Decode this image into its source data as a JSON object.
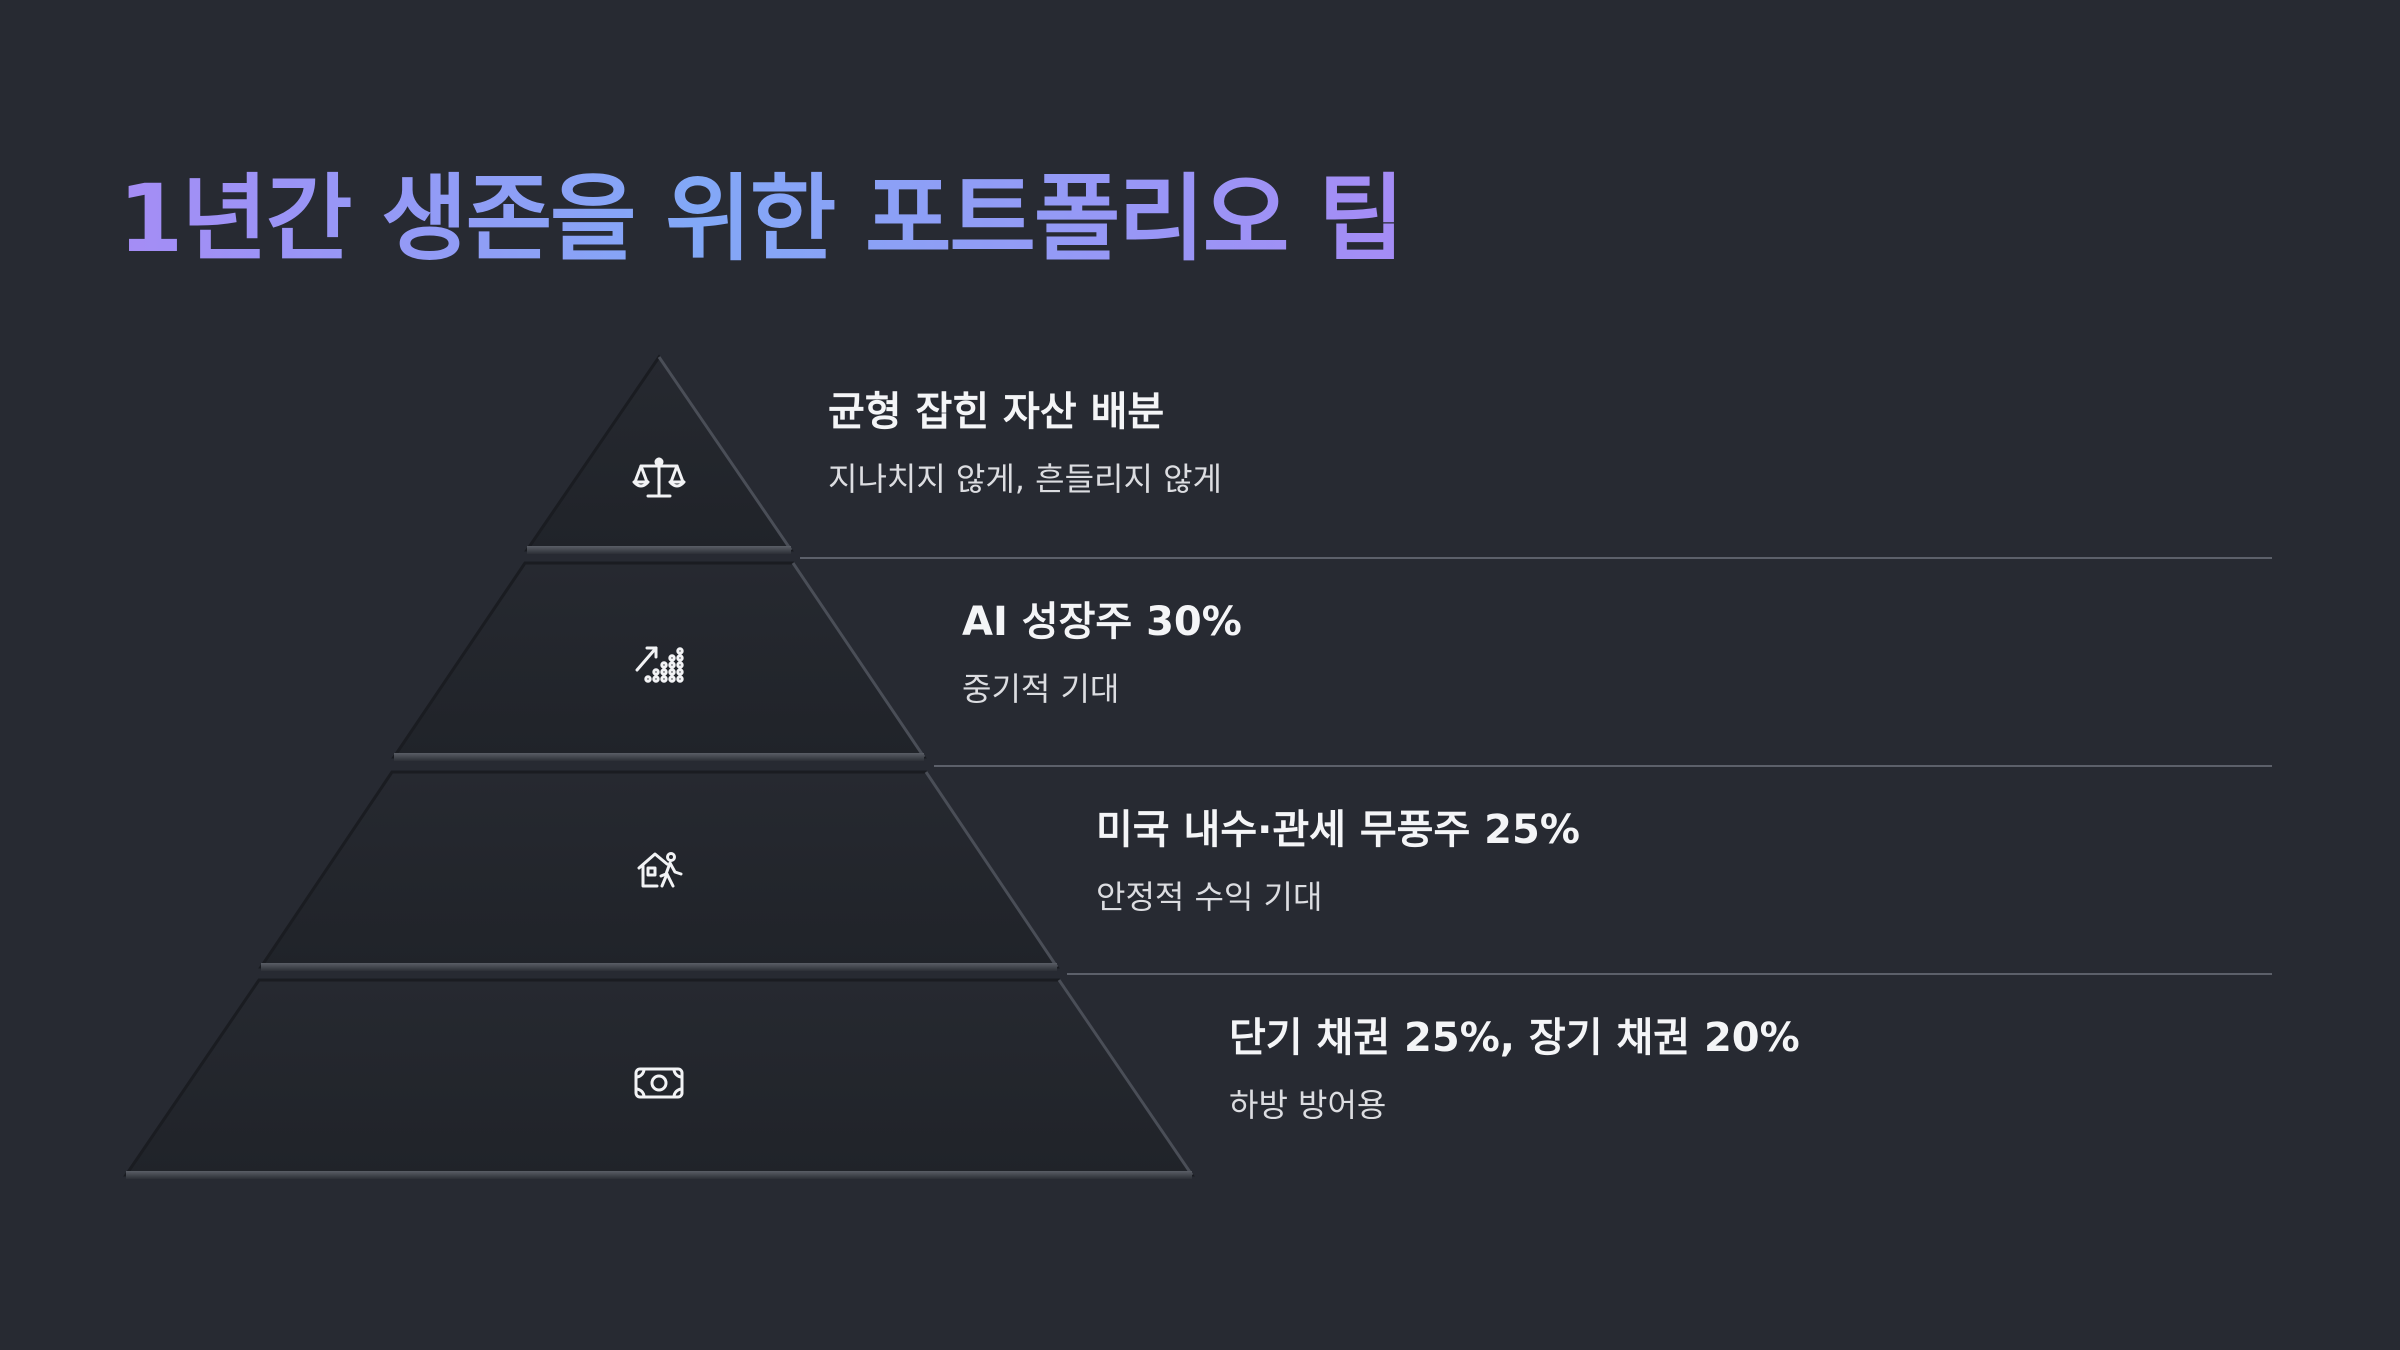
{
  "title": "1년간 생존을 위한 포트폴리오 팁",
  "levels": [
    {
      "title": "균형 잡힌 자산 배분",
      "description": "지나치지 않게, 흔들리지 않게",
      "icon": "balance-scale-icon"
    },
    {
      "title": "AI 성장주 30%",
      "description": "중기적 기대",
      "icon": "growth-chart-icon"
    },
    {
      "title": "미국 내수·관세 무풍주 25%",
      "description": "안정적 수익 기대",
      "icon": "home-business-icon"
    },
    {
      "title": "단기 채권 25%, 장기 채권 20%",
      "description": "하방 방어용",
      "icon": "cash-bill-icon"
    }
  ],
  "colors": {
    "background": "#272a32",
    "tier_fill": "#23262d",
    "divider": "#5c606a",
    "title_gradient_start": "#a58cf5",
    "title_gradient_end": "#82a8f7"
  }
}
